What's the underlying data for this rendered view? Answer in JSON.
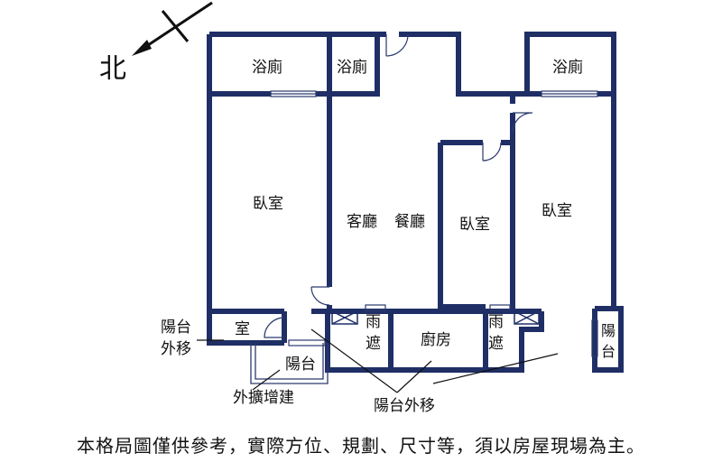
{
  "compass": {
    "label": "北"
  },
  "rooms": {
    "bath_left": "浴廁",
    "bath_middle": "浴廁",
    "bath_right": "浴廁",
    "bedroom_left": "臥室",
    "living": "客廳",
    "dining": "餐廳",
    "bedroom_middle": "臥室",
    "bedroom_right": "臥室",
    "storage": "室",
    "awning_left": [
      "雨",
      "遮"
    ],
    "awning_right": [
      "雨",
      "遮"
    ],
    "kitchen": "廚房",
    "balcony_bottom": "陽台",
    "balcony_right": [
      "陽",
      "台"
    ]
  },
  "annotations": {
    "balcony_moved_line1": "陽台",
    "balcony_moved_line2": "外移",
    "extension": "外擴增建",
    "balcony_moved_bottom": "陽台外移"
  },
  "disclaimer": "本格局圖僅供參考，實際方位、規劃、尺寸等，須以房屋現場為主。",
  "colors": {
    "wall": "#1f2f66",
    "text": "#111111",
    "thin": "#2b3a6e"
  }
}
